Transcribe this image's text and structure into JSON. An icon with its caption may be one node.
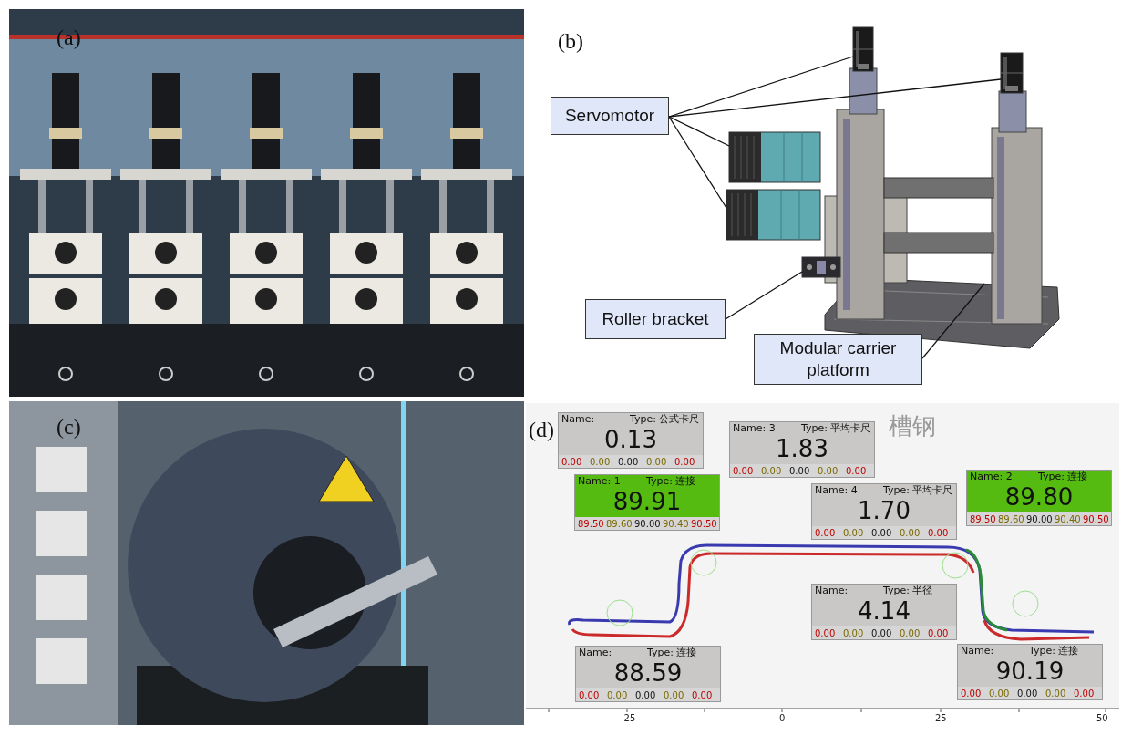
{
  "diagram": {
    "nodes": [
      {
        "text": [
          "Servomotor"
        ]
      },
      {
        "text": [],
        "shape": "picture"
      },
      {
        "text": [],
        "shape": "picture"
      },
      {
        "text": [],
        "shape": "picture"
      },
      {
        "text": [],
        "shape": "picture"
      },
      {
        "text": [
          "Roller bracket"
        ]
      },
      {
        "text": [],
        "shape": "picture"
      },
      {
        "text": [
          "Modular carrier platform"
        ]
      },
      {
        "text": [],
        "shape": "picture"
      },
      {
        "text": [
          "Name:",
          "Type: 公式卡尺",
          "0.13",
          "0.00",
          "0.00",
          "0.00",
          "0.00",
          "0.00"
        ]
      },
      {
        "text": [
          "Name: 3",
          "Type: 平均卡尺",
          "1.83",
          "0.00",
          "0.00",
          "0.00",
          "0.00",
          "0.00"
        ]
      },
      {
        "text": [
          "Name: 1",
          "Type: 连接",
          "89.91",
          "89.50",
          "89.60",
          "90.00",
          "90.40",
          "90.50"
        ]
      },
      {
        "text": [
          "Name: 4",
          "Type: 平均卡尺",
          "1.70",
          "0.00",
          "0.00",
          "0.00",
          "0.00",
          "0.00"
        ]
      },
      {
        "text": [
          "Name: 2",
          "Type: 连接",
          "89.80",
          "89.50",
          "89.60",
          "90.00",
          "90.40",
          "90.50"
        ]
      },
      {
        "text": [
          "Name:",
          "Type: 半径",
          "4.14",
          "0.00",
          "0.00",
          "0.00",
          "0.00",
          "0.00"
        ]
      },
      {
        "text": [
          "Name:",
          "Type: 连接",
          "88.59",
          "0.00",
          "0.00",
          "0.00",
          "0.00",
          "0.00"
        ]
      },
      {
        "text": [
          "Name:",
          "Type: 连接",
          "90.19",
          "0.00",
          "0.00",
          "0.00",
          "0.00",
          "0.00"
        ]
      }
    ],
    "edges": [
      {
        "from": 0,
        "to": 1,
        "arrow": "none"
      },
      {
        "from": 0,
        "to": 2,
        "arrow": "none"
      },
      {
        "from": 0,
        "to": 3,
        "arrow": "none"
      },
      {
        "from": 0,
        "to": 4,
        "arrow": "none"
      },
      {
        "from": 5,
        "to": 6,
        "arrow": "none"
      },
      {
        "from": 7,
        "to": 8,
        "arrow": "none"
      }
    ],
    "labels": [
      "(a)",
      "(b)",
      "(c)",
      "(d)",
      "槽钢",
      "-25",
      "0",
      "25",
      "50"
    ]
  }
}
